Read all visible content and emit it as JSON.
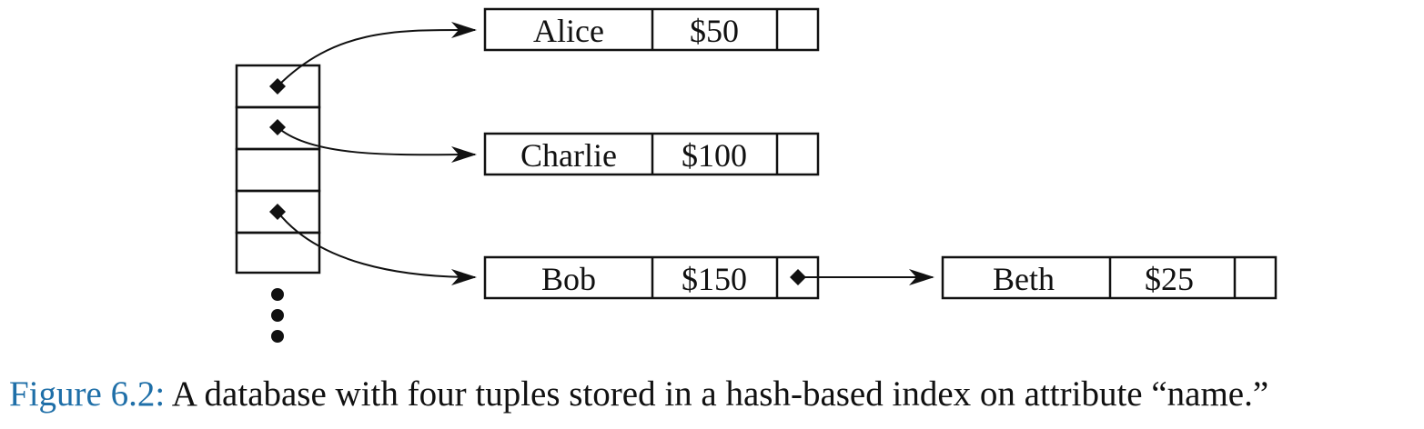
{
  "diagram": {
    "records": [
      {
        "name": "Alice",
        "value": "$50"
      },
      {
        "name": "Charlie",
        "value": "$100"
      },
      {
        "name": "Bob",
        "value": "$150"
      },
      {
        "name": "Beth",
        "value": "$25"
      }
    ],
    "colors": {
      "ink": "#111111",
      "caption_label": "#1f6fa8"
    }
  },
  "caption": {
    "label": "Figure 6.2:",
    "text": "A database with four tuples stored in a hash-based index on attribute “name.”"
  }
}
